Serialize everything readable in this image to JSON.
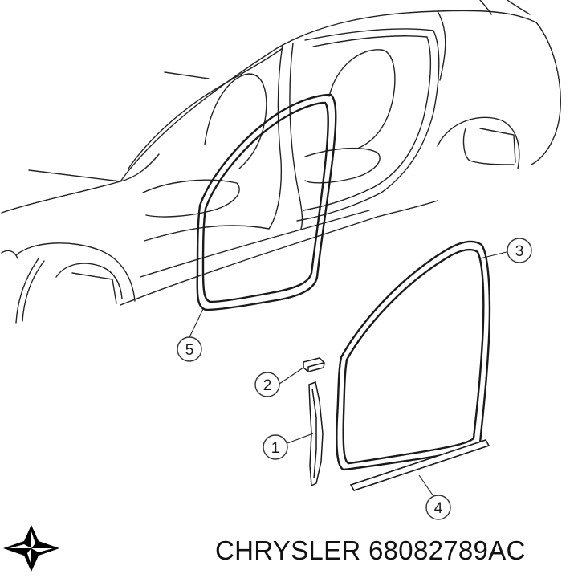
{
  "callouts": [
    {
      "id": "1",
      "label": "1"
    },
    {
      "id": "2",
      "label": "2"
    },
    {
      "id": "3",
      "label": "3"
    },
    {
      "id": "4",
      "label": "4"
    },
    {
      "id": "5",
      "label": "5"
    }
  ],
  "caption": {
    "brand": "CHRYSLER",
    "part_number": "68082789AC"
  },
  "logo": {
    "icon": "chrysler-star-icon",
    "color": "#000000"
  }
}
